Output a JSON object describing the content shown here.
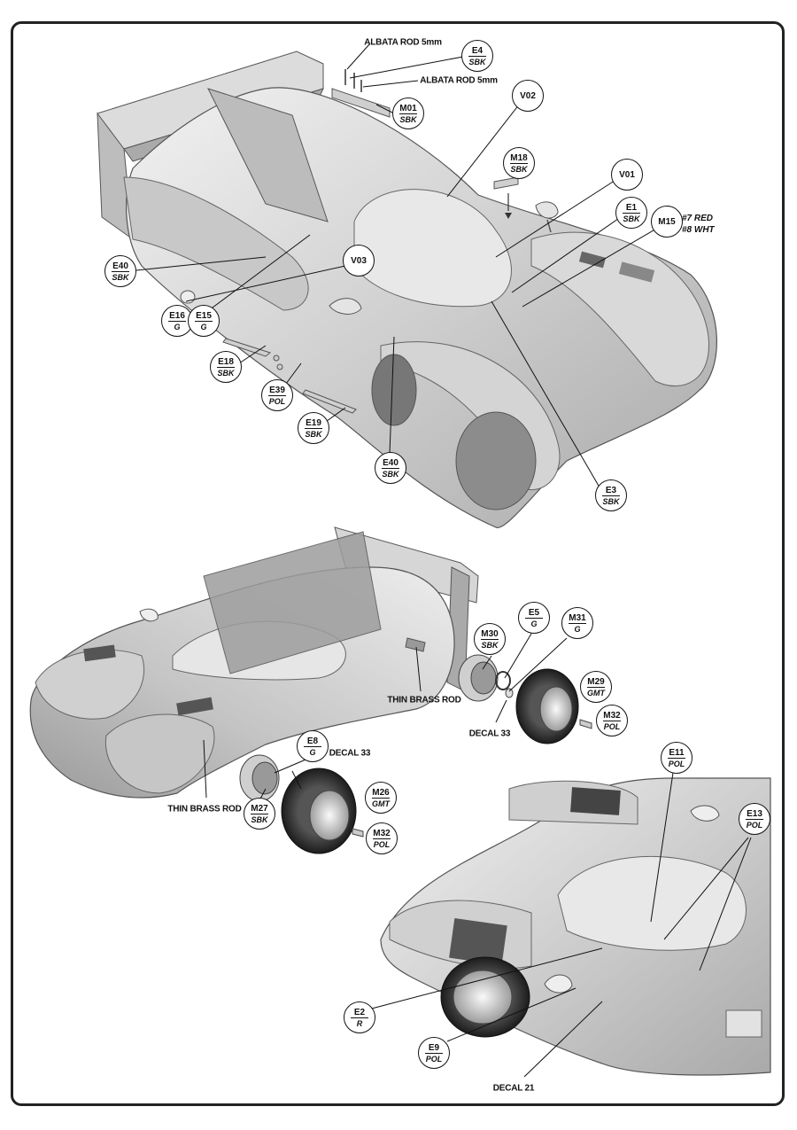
{
  "page": {
    "tags": [
      {
        "id": "tag-e4",
        "code": "E4",
        "mat": "SBK"
      },
      {
        "id": "tag-m01",
        "code": "M01",
        "mat": "SBK"
      },
      {
        "id": "tag-v02",
        "code": "V02",
        "mat": ""
      },
      {
        "id": "tag-m18",
        "code": "M18",
        "mat": "SBK"
      },
      {
        "id": "tag-v01",
        "code": "V01",
        "mat": ""
      },
      {
        "id": "tag-e1",
        "code": "E1",
        "mat": "SBK"
      },
      {
        "id": "tag-m15",
        "code": "M15",
        "mat": ""
      },
      {
        "id": "tag-e40-a",
        "code": "E40",
        "mat": "SBK"
      },
      {
        "id": "tag-v03",
        "code": "V03",
        "mat": ""
      },
      {
        "id": "tag-e16",
        "code": "E16",
        "mat": "G"
      },
      {
        "id": "tag-e15",
        "code": "E15",
        "mat": "G"
      },
      {
        "id": "tag-e18",
        "code": "E18",
        "mat": "SBK"
      },
      {
        "id": "tag-e39",
        "code": "E39",
        "mat": "POL"
      },
      {
        "id": "tag-e19",
        "code": "E19",
        "mat": "SBK"
      },
      {
        "id": "tag-e40-b",
        "code": "E40",
        "mat": "SBK"
      },
      {
        "id": "tag-e3",
        "code": "E3",
        "mat": "SBK"
      },
      {
        "id": "tag-e5",
        "code": "E5",
        "mat": "G"
      },
      {
        "id": "tag-m31",
        "code": "M31",
        "mat": "G"
      },
      {
        "id": "tag-m30",
        "code": "M30",
        "mat": "SBK"
      },
      {
        "id": "tag-m29",
        "code": "M29",
        "mat": "GMT"
      },
      {
        "id": "tag-m32-a",
        "code": "M32",
        "mat": "POL"
      },
      {
        "id": "tag-e8",
        "code": "E8",
        "mat": "G"
      },
      {
        "id": "tag-m26",
        "code": "M26",
        "mat": "GMT"
      },
      {
        "id": "tag-m27",
        "code": "M27",
        "mat": "SBK"
      },
      {
        "id": "tag-m32-b",
        "code": "M32",
        "mat": "POL"
      },
      {
        "id": "tag-e11",
        "code": "E11",
        "mat": "POL"
      },
      {
        "id": "tag-e13",
        "code": "E13",
        "mat": "POL"
      },
      {
        "id": "tag-e2",
        "code": "E2",
        "mat": "R"
      },
      {
        "id": "tag-e9",
        "code": "E9",
        "mat": "POL"
      }
    ],
    "labels": {
      "albata_rod_1": "ALBATA ROD  5mm",
      "albata_rod_2": "ALBATA ROD  5mm",
      "m15_note_1": "#7 RED",
      "m15_note_2": "#8 WHT",
      "thin_brass_rod_1": "THIN BRASS ROD",
      "thin_brass_rod_2": "THIN BRASS ROD",
      "decal_33_a": "DECAL 33",
      "decal_33_b": "DECAL 33",
      "decal_21": "DECAL 21"
    }
  }
}
